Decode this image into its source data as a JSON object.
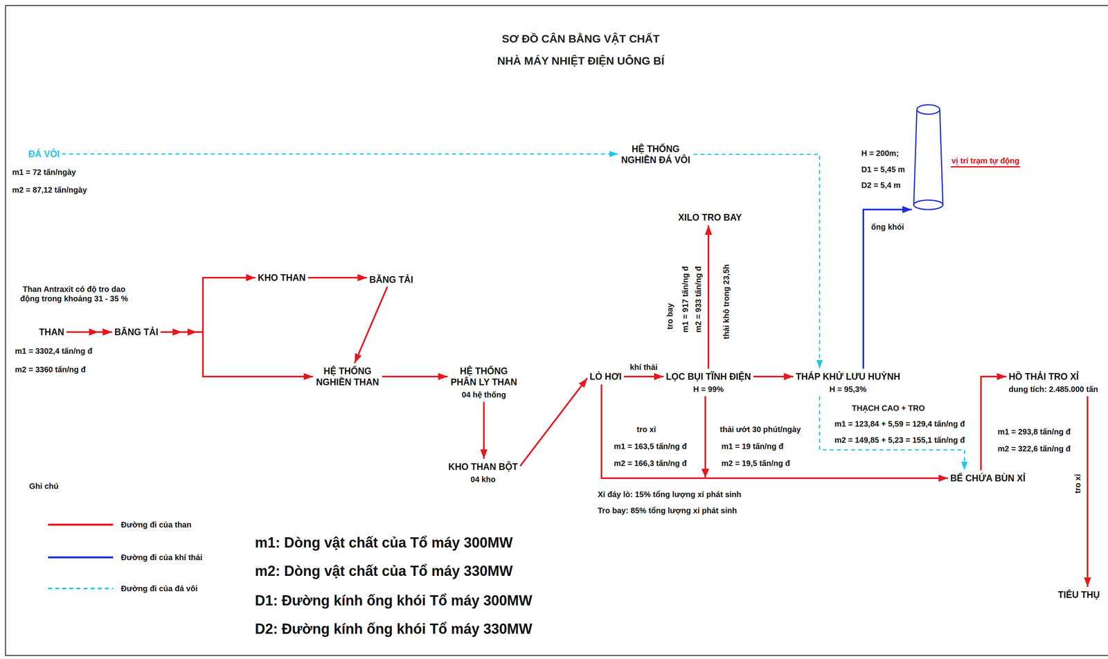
{
  "diagram": {
    "title": "SƠ ĐỒ CÂN BẰNG VẬT CHẤT NHÀ MÁY NHIỆT ĐIỆN UÔNG BÍ",
    "nodes": [
      {
        "text": [
          "ĐÁ VÔI"
        ]
      },
      {
        "text": [
          "HỆ THỐNG NGHIỀN ĐÁ VÔI"
        ]
      },
      {
        "text": [
          "XILO TRO BAY"
        ]
      },
      {
        "text": [
          "KHO THAN"
        ]
      },
      {
        "text": [
          "BĂNG TẢI"
        ]
      },
      {
        "text": [
          "THAN"
        ]
      },
      {
        "text": [
          "BĂNG TẢI"
        ]
      },
      {
        "text": [
          "HỆ THỐNG NGHIỀN THAN"
        ]
      },
      {
        "text": [
          "HỆ THỐNG PHÂN LY THAN",
          "04 hệ thống"
        ]
      },
      {
        "text": [
          "LÒ HƠI"
        ]
      },
      {
        "text": [
          "LỌC BỤI TĨNH ĐIỆN",
          "H = 99%"
        ]
      },
      {
        "text": [
          "THÁP KHỬ LƯU HUỲNH",
          "H = 95,3%"
        ]
      },
      {
        "text": [
          "HỒ THẢI TRO XỈ",
          "dung tích: 2.485.000 tấn"
        ]
      },
      {
        "text": [
          "KHO THAN BỘT",
          "04 kho"
        ]
      },
      {
        "text": [
          "BỂ CHỨA BÙN XỈ"
        ]
      },
      {
        "text": [
          "TIÊU THỤ"
        ]
      }
    ],
    "edges": [
      {
        "from": 0,
        "to": 1,
        "arrow": "to"
      },
      {
        "from": 1,
        "to": 11,
        "arrow": "to"
      },
      {
        "from": 5,
        "to": 6,
        "arrow": "to"
      },
      {
        "from": 6,
        "to": 3,
        "arrow": "to"
      },
      {
        "from": 6,
        "to": 7,
        "arrow": "to"
      },
      {
        "from": 3,
        "to": 4,
        "arrow": "to"
      },
      {
        "from": 4,
        "to": 7,
        "arrow": "to"
      },
      {
        "from": 7,
        "to": 8,
        "arrow": "to"
      },
      {
        "from": 8,
        "to": 13,
        "arrow": "to"
      },
      {
        "from": 13,
        "to": 9,
        "arrow": "to"
      },
      {
        "from": 9,
        "to": 10,
        "label": "khí thải",
        "arrow": "to"
      },
      {
        "from": 10,
        "to": 2,
        "arrow": "to"
      },
      {
        "from": 10,
        "to": 11,
        "arrow": "to"
      },
      {
        "from": 9,
        "to": 14,
        "arrow": "to"
      },
      {
        "from": 10,
        "to": 14,
        "arrow": "to"
      },
      {
        "from": 11,
        "to": 14,
        "arrow": "to"
      },
      {
        "from": 14,
        "to": 12,
        "arrow": "to"
      },
      {
        "from": 12,
        "to": 15,
        "arrow": "to"
      }
    ],
    "labels": [
      "m1 = 72 tấn/ngày",
      "m2 = 87,12 tấn/ngày",
      "H = 200m;",
      "D1 = 5,45 m",
      "D2 = 5,4 m",
      "vị trí trạm tự động",
      "ống khói",
      "tro bay",
      "m1 = 917 tấn/ng đ",
      "m2 = 933 tấn/ng đ",
      "thải khô trong 23,5h",
      "Than Antraxit có độ tro dao động trong khoảng 31 - 35 %",
      "m1 = 3302,4 tấn/ng đ",
      "m2 = 3360 tấn/ng đ",
      "THẠCH CAO + TRO",
      "m1 = 123,84 + 5,59 = 129,4 tấn/ng đ",
      "m2 = 149,85 + 5,23 = 155,1 tấn/ng đ",
      "m1 = 293,8 tấn/ng đ",
      "m2 = 322,6 tấn/ng đ",
      "tro xỉ",
      "m1 = 163,5 tấn/ng đ",
      "m2 = 166,3 tấn/ng đ",
      "thải ướt 30 phút/ngày",
      "m1 = 19 tấn/ng đ",
      "m2 = 19,5 tấn/ng đ",
      "tro xỉ",
      "Xỉ đáy lò: 15% tổng lượng xỉ phát sinh",
      "Tro bay: 85% tổng lượng xỉ phát sinh",
      "Ghi chú",
      "m1: Dòng vật chất của Tổ máy 300MW",
      "m2: Dòng vật chất của Tổ máy 330MW",
      "D1: Đường kính ống khói Tổ máy 300MW",
      "D2: Đường kính ống khói Tổ máy 330MW"
    ],
    "legend": [
      {
        "text": "Đường đi của than"
      },
      {
        "text": "Đường đi của khí thải"
      },
      {
        "text": "Đường đi của đá vôi"
      }
    ]
  }
}
